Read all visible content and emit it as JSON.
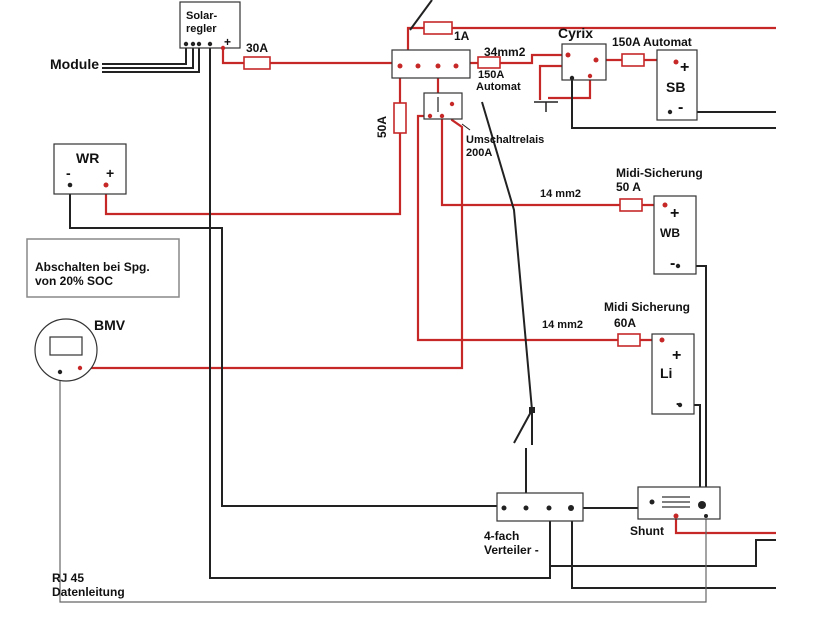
{
  "colors": {
    "positive_wire": "#c62828",
    "negative_wire": "#222222",
    "data_wire": "#666666",
    "label": "#111111"
  },
  "labels": {
    "module": "Module",
    "solar_regler_line1": "Solar-",
    "solar_regler_line2": "regler",
    "solar_plus": "+",
    "fuse_30a": "30A",
    "fuse_1a": "1A",
    "cable_34mm2": "34mm2",
    "breaker_150a_line1": "150A",
    "breaker_150a_line2": "Automat",
    "cyrix": "Cyrix",
    "cyrix_automat": "150A Automat",
    "sb": "SB",
    "sb_plus": "+",
    "sb_minus": "-",
    "fuse_50a": "50A",
    "umschaltrelais_line1": "Umschaltrelais",
    "umschaltrelais_line2": "200A",
    "wr": "WR",
    "wr_minus": "-",
    "wr_plus": "+",
    "cable_14mm2_wb": "14 mm2",
    "midi_wb_line1": "Midi-Sicherung",
    "midi_wb_line2": "50 A",
    "wb": "WB",
    "wb_plus": "+",
    "wb_minus": "-",
    "abschalten_line1": "Abschalten bei Spg.",
    "abschalten_line2": "von 20% SOC",
    "bmv": "BMV",
    "cable_14mm2_li": "14 mm2",
    "midi_li_line1": "Midi Sicherung",
    "midi_li_line2": "60A",
    "li": "Li",
    "li_plus": "+",
    "li_minus": "-",
    "verteiler_line1": "4-fach",
    "verteiler_line2": "Verteiler -",
    "shunt": "Shunt",
    "rj45_line1": "RJ 45",
    "rj45_line2": "Datenleitung"
  }
}
